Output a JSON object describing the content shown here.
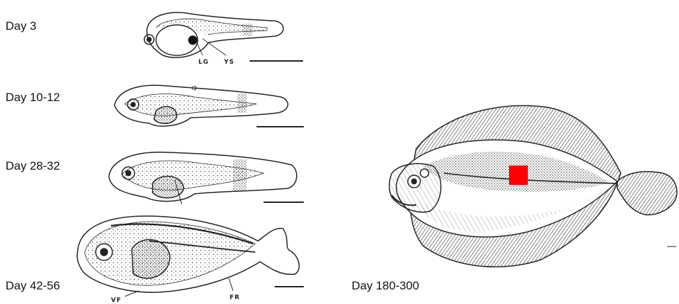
{
  "stages": [
    {
      "label": "Day 3"
    },
    {
      "label": "Day 10-12"
    },
    {
      "label": "Day 28-32"
    },
    {
      "label": "Day 42-56"
    },
    {
      "label": "Day 180-300"
    }
  ],
  "annotations": {
    "lg": "LG",
    "ys": "YS",
    "vf": "VF",
    "fr": "FR"
  },
  "colors": {
    "ink": "#222222",
    "highlight_marker": "#ff0000"
  }
}
